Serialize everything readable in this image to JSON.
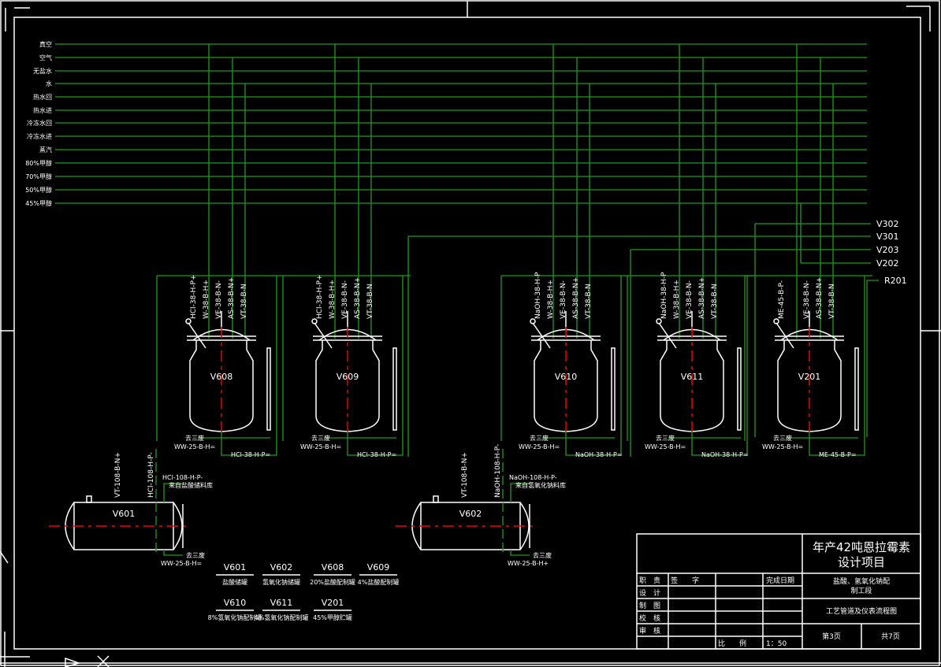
{
  "drawing": {
    "utility_lines": [
      "真空",
      "空气",
      "无盐水",
      "水",
      "热水回",
      "热水进",
      "冷冻水回",
      "冷冻水进",
      "蒸汽",
      "80%甲醇",
      "70%甲醇",
      "50%甲醇",
      "45%甲醇"
    ],
    "destinations": [
      "V302",
      "V301",
      "V203",
      "V202",
      "R201"
    ],
    "reactors": [
      {
        "id": "V608",
        "tags": [
          "HCl-38-H-P+",
          "W-38-B-H+",
          "VE-38-B-N-",
          "AS-38-B-N+",
          "VT-38-B-N"
        ],
        "bottom_left": "去三废",
        "bottom_water": "WW-25-B-H=",
        "bottom_out": "HCl-38-H-P="
      },
      {
        "id": "V609",
        "tags": [
          "HCl-38-H-P+",
          "W-38-B-H+",
          "VE-38-B-N-",
          "AS-38-B-N+",
          "VT-38-B-N"
        ],
        "bottom_left": "去三废",
        "bottom_water": "WW-25-B-H=",
        "bottom_out": "HCl-38-H-P="
      },
      {
        "id": "V610",
        "tags": [
          "NaOH-38-H-P",
          "W-38-B-H+",
          "VE-38-B-N-",
          "AS-38-B-N+",
          "VT-38-B-N"
        ],
        "bottom_left": "去三废",
        "bottom_water": "WW-25-B-H=",
        "bottom_out": "NaOH-38-H-P="
      },
      {
        "id": "V611",
        "tags": [
          "NaOH-38-H-P",
          "W-38-B-H+",
          "VE-38-B-N-",
          "AS-38-B-N+",
          "VT-38-B-N"
        ],
        "bottom_left": "去三废",
        "bottom_water": "WW-25-B-H=",
        "bottom_out": "NaOH-38-H-P="
      },
      {
        "id": "V201",
        "tags": [
          "ME-45-B-P-",
          "VE-38-B-N-",
          "AS-38-B-N+",
          "VT-38-B-N"
        ],
        "bottom_left": "去三废",
        "bottom_water": "WW-25-B-H=",
        "bottom_out": "ME-45-B-P="
      }
    ],
    "tanks": [
      {
        "id": "V601",
        "tags": [
          "VT-108-B-N+",
          "HCl-108-H-P-"
        ],
        "inlet": "HCl-108-H-P-",
        "inlet_note": "来自盐酸储料库",
        "drain": "去三废",
        "water": "WW-25-B-H="
      },
      {
        "id": "V602",
        "tags": [
          "VT-108-B-N+",
          "NaOH-108-H-P-"
        ],
        "inlet": "NaOH-108-H-P-",
        "inlet_note": "来自氢氧化钠料库",
        "drain": "去三废",
        "water": "WW-25-B-H+"
      }
    ],
    "legend": [
      {
        "id": "V601",
        "desc": "盐酸储罐"
      },
      {
        "id": "V602",
        "desc": "氢氧化钠储罐"
      },
      {
        "id": "V608",
        "desc": "20%盐酸配制罐"
      },
      {
        "id": "V609",
        "desc": "4%盐酸配制罐"
      },
      {
        "id": "V610",
        "desc": "8%氢氧化钠配制罐"
      },
      {
        "id": "V611",
        "desc": "4%氢氧化钠配制罐"
      },
      {
        "id": "V201",
        "desc": "45%甲醇贮罐"
      }
    ]
  },
  "title_block": {
    "project_line1": "年产42吨恩拉霉素",
    "project_line2": "设计项目",
    "col_role": "职　责",
    "col_sign": "签　　字",
    "col_date": "完成日期",
    "roles": [
      "设　计",
      "制　图",
      "校　核",
      "审　核"
    ],
    "section_line1": "盐酸、氢氧化钠配",
    "section_line2": "制工段",
    "drawing_name": "工艺管道及仪表流程图",
    "scale_label": "比　　例",
    "scale_value": "1：50",
    "page": "第3页",
    "total": "共7页"
  }
}
